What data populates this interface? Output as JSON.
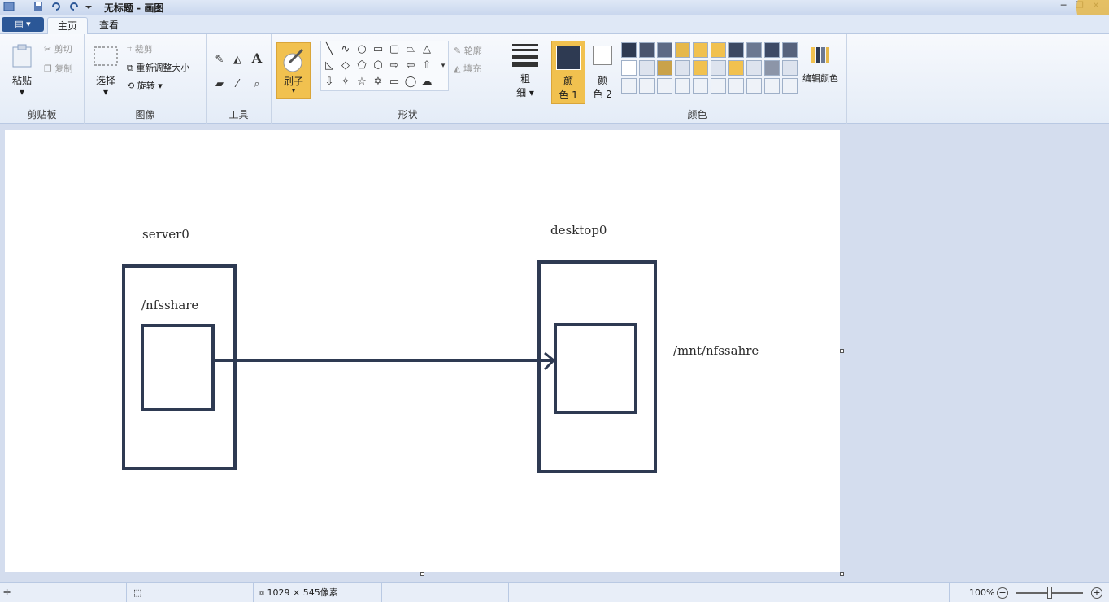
{
  "window": {
    "title": "无标题 - 画图"
  },
  "tabs": [
    {
      "label": "主页"
    },
    {
      "label": "查看"
    }
  ],
  "ribbon": {
    "clipboard": {
      "paste_label": "粘贴",
      "cut_label": "剪切",
      "copy_label": "复制",
      "group_label": "剪贴板"
    },
    "image": {
      "select_label": "选择",
      "crop_label": "裁剪",
      "resize_label": "重新调整大小",
      "rotate_label": "旋转",
      "group_label": "图像"
    },
    "tools": {
      "text_tool": "A",
      "group_label": "工具"
    },
    "brushes": {
      "label": "刷子"
    },
    "shapes": {
      "outline_label": "轮廓",
      "fill_label": "填充",
      "group_label": "形状"
    },
    "size": {
      "label_line1": "粗",
      "label_line2": "细"
    },
    "colors": {
      "color1_line1": "颜",
      "color1_line2": "色 1",
      "color2_line1": "颜",
      "color2_line2": "色 2",
      "edit_label": "编辑颜色",
      "group_label": "颜色",
      "color1_value": "#2e3a52",
      "color2_value": "#ffffff"
    }
  },
  "canvas": {
    "labels": {
      "server": "server0",
      "desktop": "desktop0",
      "share": "/nfsshare",
      "mount": "/mnt/nfssahre"
    }
  },
  "statusbar": {
    "dimensions": "1029 × 545像素",
    "zoom": "100%"
  }
}
